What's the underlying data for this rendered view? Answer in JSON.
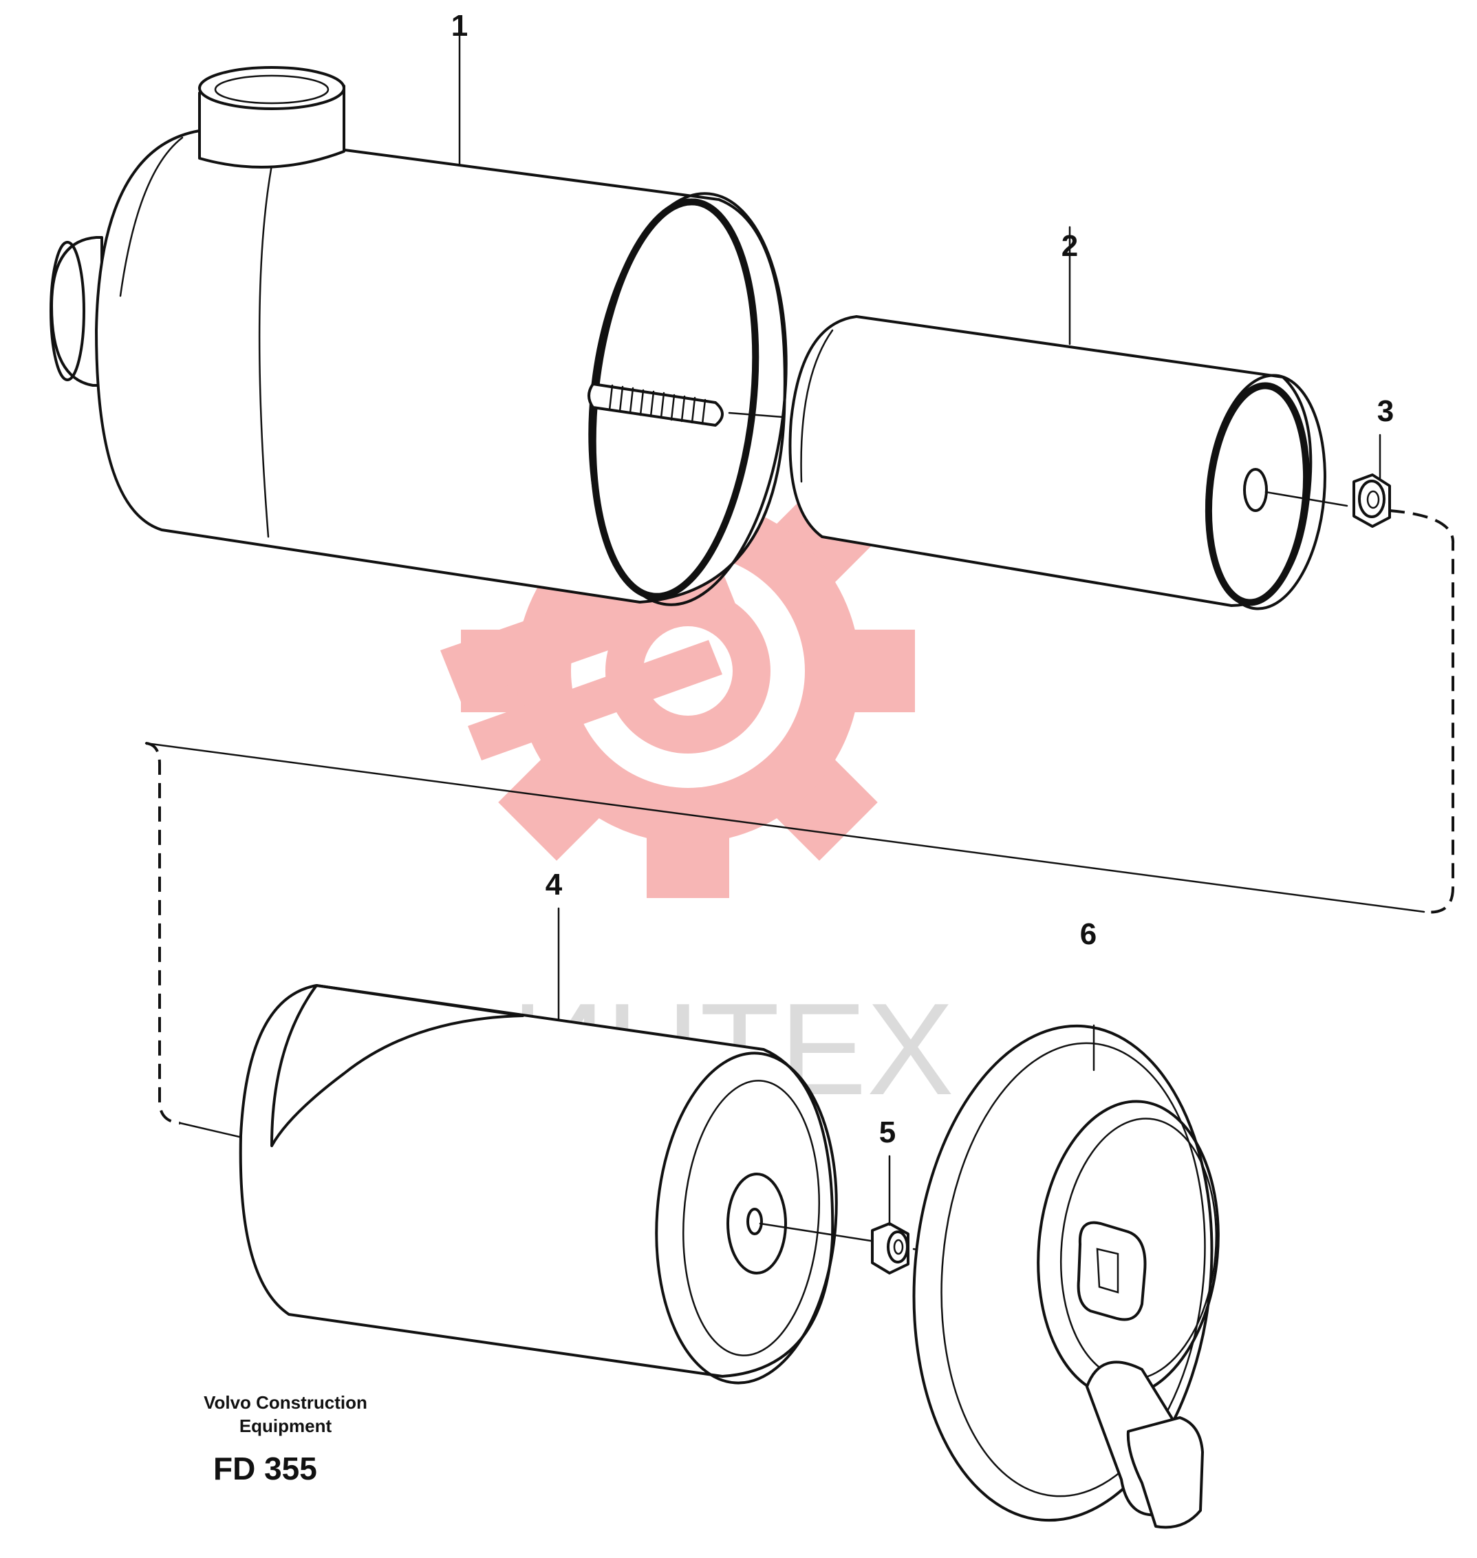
{
  "watermark": {
    "text": "ИНТЕХ",
    "gear_color": "#f07a78",
    "text_color": "#bdbdbd"
  },
  "callouts": [
    {
      "id": "1",
      "label": "1"
    },
    {
      "id": "2",
      "label": "2"
    },
    {
      "id": "3",
      "label": "3"
    },
    {
      "id": "4",
      "label": "4"
    },
    {
      "id": "5",
      "label": "5"
    },
    {
      "id": "6",
      "label": "6"
    }
  ],
  "footer": {
    "brand_line1": "Volvo Construction",
    "brand_line2": "Equipment",
    "figure_code": "FD 355"
  }
}
